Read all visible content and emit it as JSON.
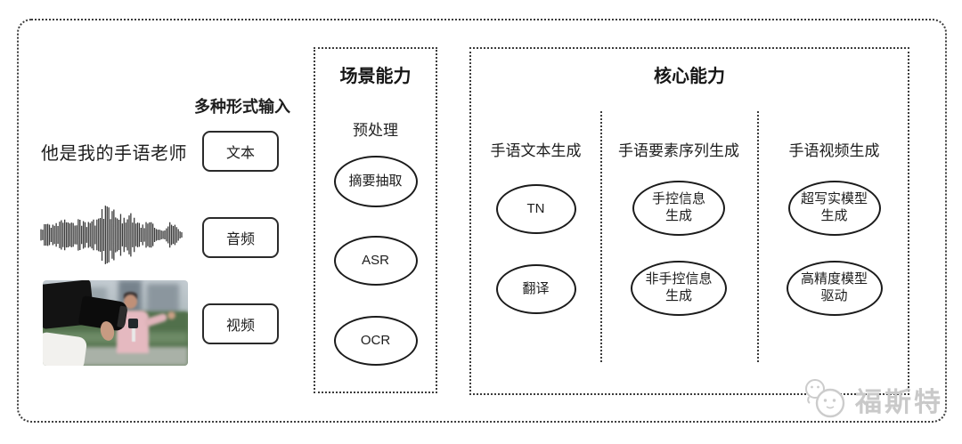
{
  "inputs": {
    "header": "多种形式输入",
    "text_sample": "他是我的手语老师",
    "items": [
      {
        "label": "文本"
      },
      {
        "label": "音频"
      },
      {
        "label": "视频"
      }
    ]
  },
  "scene": {
    "title": "场景能力",
    "subtitle": "预处理",
    "nodes": [
      "摘要抽取",
      "ASR",
      "OCR"
    ]
  },
  "core": {
    "title": "核心能力",
    "columns": [
      {
        "header": "手语文本生成",
        "nodes": [
          "TN",
          "翻译"
        ]
      },
      {
        "header": "手语要素序列生成",
        "nodes": [
          "手控信息\n生成",
          "非手控信息\n生成"
        ]
      },
      {
        "header": "手语视频生成",
        "nodes": [
          "超写实模型\n生成",
          "高精度模型\n驱动"
        ]
      }
    ]
  },
  "watermark": {
    "text": "福斯特"
  },
  "colors": {
    "line": "#3c3c3c",
    "ink": "#1d1d1d",
    "watermark": "#c9c9c9"
  }
}
